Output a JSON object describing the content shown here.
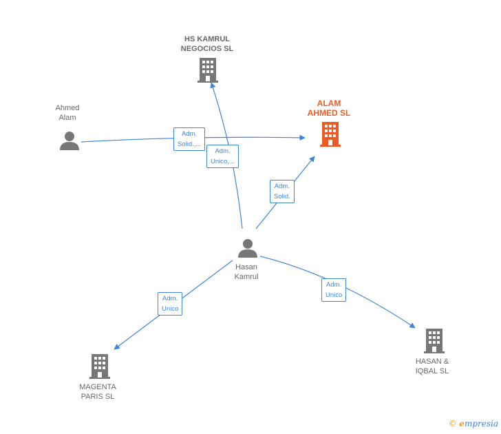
{
  "nodes": {
    "hs_kamrul": {
      "label": "HS KAMRUL\nNEGOCIOS  SL",
      "type": "company"
    },
    "alam_ahmed": {
      "label": "ALAM\nAHMED  SL",
      "type": "company-highlight"
    },
    "ahmed_alam": {
      "label": "Ahmed\nAlam",
      "type": "person"
    },
    "hasan_kamrul": {
      "label": "Hasan\nKamrul",
      "type": "person"
    },
    "magenta_paris": {
      "label": "MAGENTA\nPARIS  SL",
      "type": "company"
    },
    "hasan_iqbal": {
      "label": "HASAN &\nIQBAL  SL",
      "type": "company"
    }
  },
  "edges": [
    {
      "label": "Adm.\nSolid.,...",
      "from": "ahmed_alam",
      "to": "alam_ahmed"
    },
    {
      "label": "Adm.\nUnico,...",
      "from": "hasan_kamrul",
      "to": "hs_kamrul"
    },
    {
      "label": "Adm.\nSolid.",
      "from": "hasan_kamrul",
      "to": "alam_ahmed"
    },
    {
      "label": "Adm.\nUnico",
      "from": "hasan_kamrul",
      "to": "magenta_paris"
    },
    {
      "label": "Adm.\nUnico",
      "from": "hasan_kamrul",
      "to": "hasan_iqbal"
    }
  ],
  "colors": {
    "edge": "#3d85d8",
    "node": "#777777",
    "highlight": "#ee5a24"
  },
  "brand": {
    "copyright": "©",
    "name": "mpresia",
    "initial": "e"
  }
}
